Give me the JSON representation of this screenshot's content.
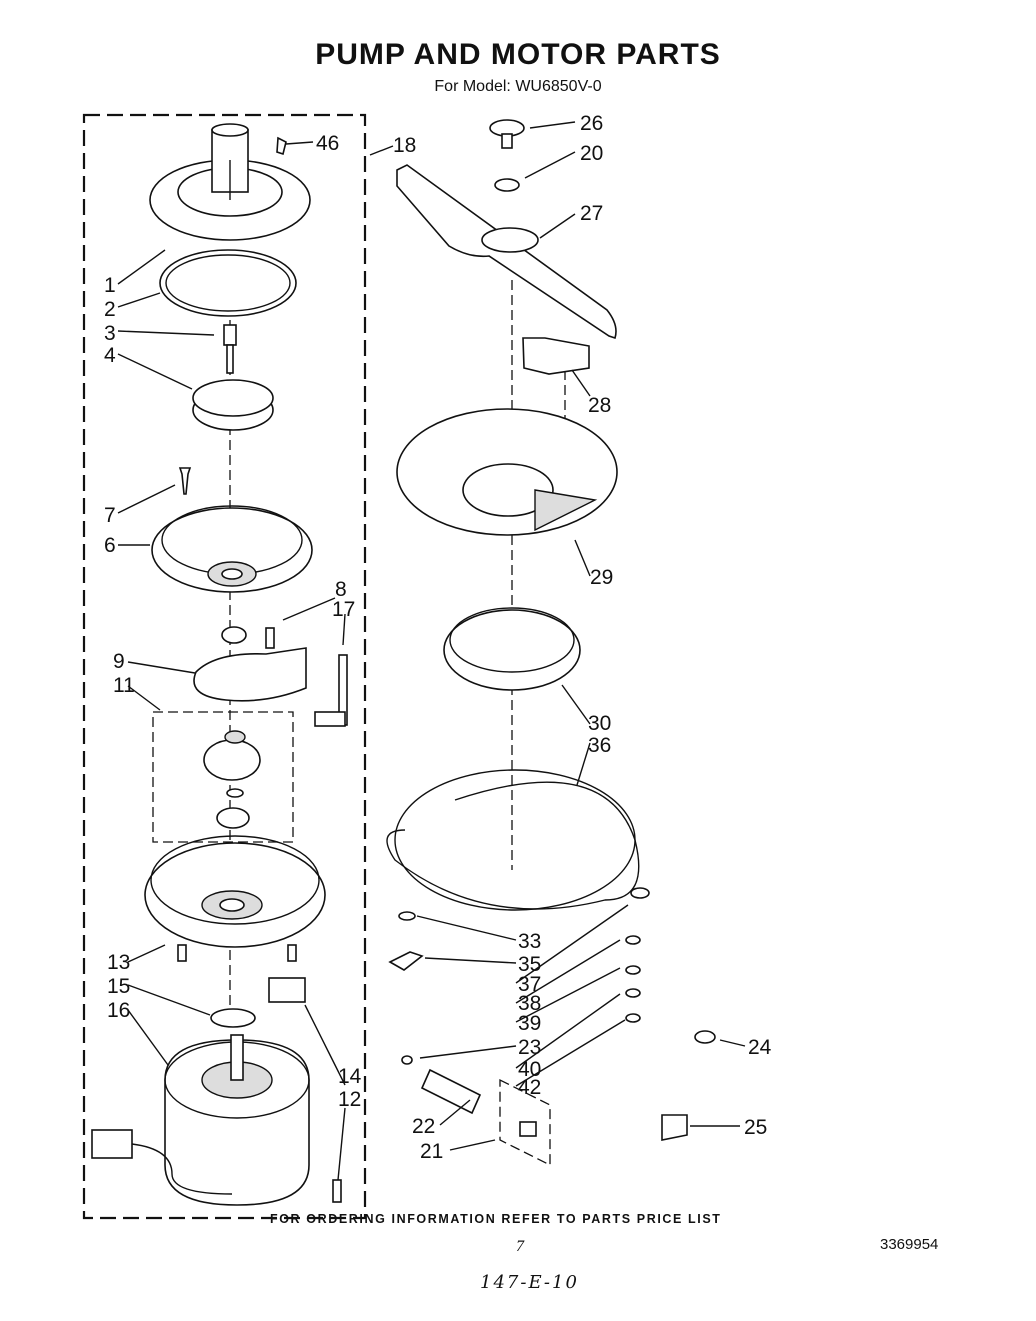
{
  "title": "PUMP AND MOTOR PARTS",
  "subtitle": "For Model: WU6850V-0",
  "footer": "FOR ORDERING INFORMATION REFER TO PARTS PRICE LIST",
  "page_number": "7",
  "document_number": "3369954",
  "handwritten_note": "147-E-10",
  "callouts": {
    "p1": "1",
    "p2": "2",
    "p3": "3",
    "p4": "4",
    "p6": "6",
    "p7": "7",
    "p8": "8",
    "p9": "9",
    "p11": "11",
    "p12": "12",
    "p13": "13",
    "p14": "14",
    "p15": "15",
    "p16": "16",
    "p17": "17",
    "p18": "18",
    "p20": "20",
    "p21": "21",
    "p22": "22",
    "p23": "23",
    "p24": "24",
    "p25": "25",
    "p26": "26",
    "p27": "27",
    "p28": "28",
    "p29": "29",
    "p30": "30",
    "p33": "33",
    "p35": "35",
    "p36": "36",
    "p37": "37",
    "p38": "38",
    "p39": "39",
    "p40": "40",
    "p42": "42",
    "p46": "46"
  }
}
